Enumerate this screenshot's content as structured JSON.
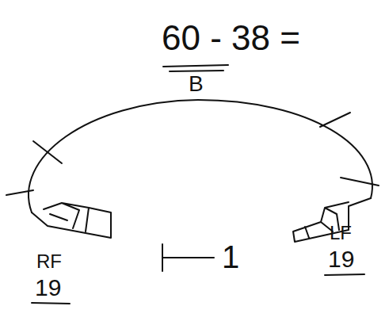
{
  "diagram": {
    "labels": [
      "60 - 38 =",
      "B",
      "RF",
      "19",
      "LF",
      "19",
      "1"
    ]
  }
}
